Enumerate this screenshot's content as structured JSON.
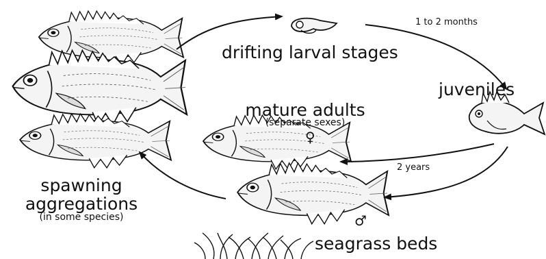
{
  "labels": {
    "larval": "drifting larval stages",
    "larval_duration": "1 to  2 months",
    "juveniles": "juveniles",
    "mature": "mature adults",
    "mature_note": "(separate sexes)",
    "adult_duration": "2 years",
    "spawning_line1": "spawning",
    "spawning_line2": "aggregations",
    "spawning_note": "(in some species)",
    "seagrass": "seagrass beds",
    "female_symbol": "♀",
    "male_symbol": "♂"
  },
  "colors": {
    "ink": "#111111",
    "fill": "#f2f2f2"
  }
}
